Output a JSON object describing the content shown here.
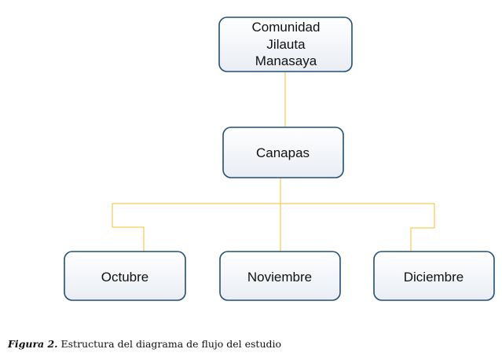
{
  "diagram": {
    "root": {
      "lines": [
        "Comunidad",
        "Jilauta",
        "Manasaya"
      ]
    },
    "level2": {
      "label": "Canapas"
    },
    "leaves": [
      {
        "label": "Octubre"
      },
      {
        "label": "Noviembre"
      },
      {
        "label": "Diciembre"
      }
    ],
    "colors": {
      "box_border": "#1f4e79",
      "box_fill_top": "#ffffff",
      "box_fill_bottom": "#e9edf3",
      "connector": "#f2c12e"
    }
  },
  "caption": {
    "label": "Figura 2.",
    "text": " Estructura del diagrama de flujo del estudio"
  }
}
